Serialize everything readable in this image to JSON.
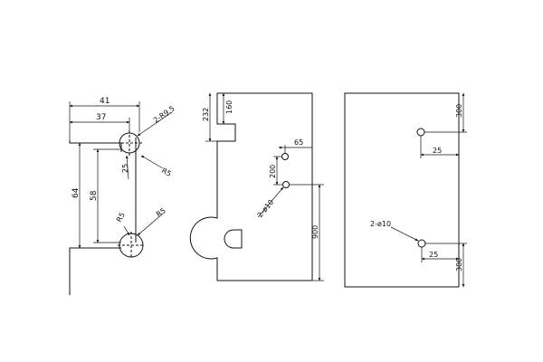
{
  "drawing": {
    "view_left": {
      "dim_overall_width": "41",
      "dim_inner_width": "37",
      "dim_total_height": "64",
      "dim_inner_height": "58",
      "callout_holes": "2-R9.5",
      "callout_r5_upper": "R5",
      "callout_r5_lower_a": "R5",
      "callout_r5_lower_b": "R5",
      "label_vertical_small": "25"
    },
    "view_middle": {
      "dim_top": "232",
      "dim_notch": "160",
      "dim_hole_offset": "65",
      "dim_hole_spacing": "200",
      "callout_holes": "2-ø10",
      "dim_lower": "900"
    },
    "view_right": {
      "dim_top_offset": "300",
      "dim_top_hole_x": "25",
      "callout_holes": "2-ø10",
      "dim_bottom_hole_x": "25",
      "dim_bottom_offset": "300"
    }
  }
}
